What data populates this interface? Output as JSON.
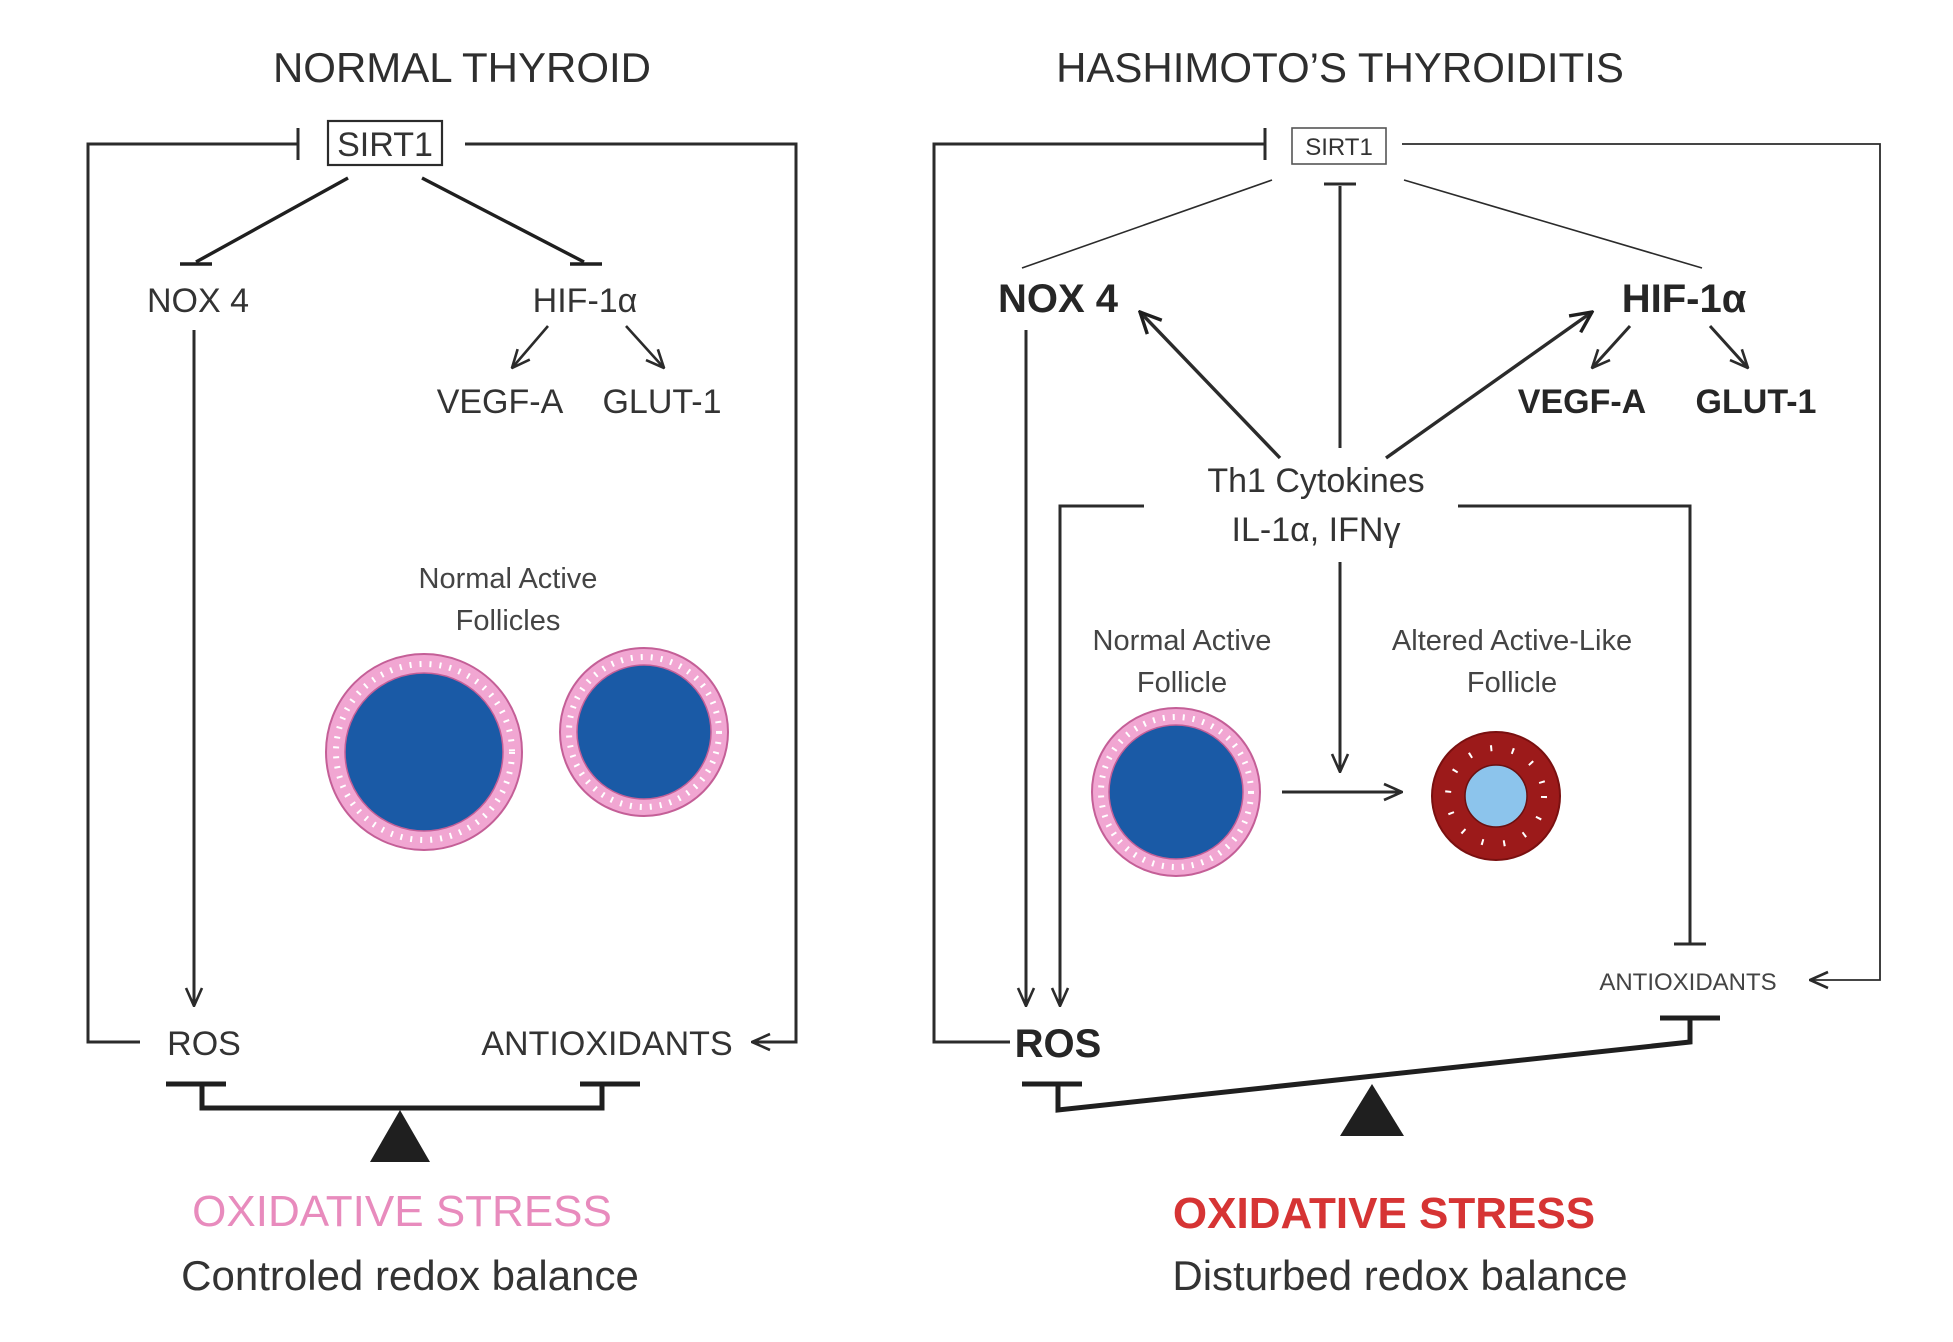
{
  "left_panel": {
    "title": "NORMAL THYROID",
    "sirt1": "SIRT1",
    "nox4": "NOX 4",
    "hif1a": "HIF-1α",
    "vegfa": "VEGF-A",
    "glut1": "GLUT-1",
    "follicles_label_line1": "Normal Active",
    "follicles_label_line2": "Follicles",
    "ros": "ROS",
    "antioxidants": "ANTIOXIDANTS",
    "stress": "OXIDATIVE STRESS",
    "balance": "Controled redox balance"
  },
  "right_panel": {
    "title": "HASHIMOTO’S THYROIDITIS",
    "sirt1": "SIRT1",
    "nox4": "NOX 4",
    "hif1a": "HIF-1α",
    "vegfa": "VEGF-A",
    "glut1": "GLUT-1",
    "cytokines_line1": "Th1 Cytokines",
    "cytokines_line2": "IL-1α, IFNγ",
    "normal_follicle_line1": "Normal Active",
    "normal_follicle_line2": "Follicle",
    "altered_follicle_line1": "Altered Active-Like",
    "altered_follicle_line2": "Follicle",
    "antioxidants": "ANTIOXIDANTS",
    "ros": "ROS",
    "stress": "OXIDATIVE STRESS",
    "balance": "Disturbed redox balance"
  },
  "colors": {
    "follicle_lumen": "#1a5aa6",
    "follicle_ring": "#f1a6d2",
    "altered_ring": "#9c1a1a",
    "altered_lumen": "#8cc4ec",
    "stress_pink": "#e88bbd",
    "stress_red": "#d63434"
  }
}
